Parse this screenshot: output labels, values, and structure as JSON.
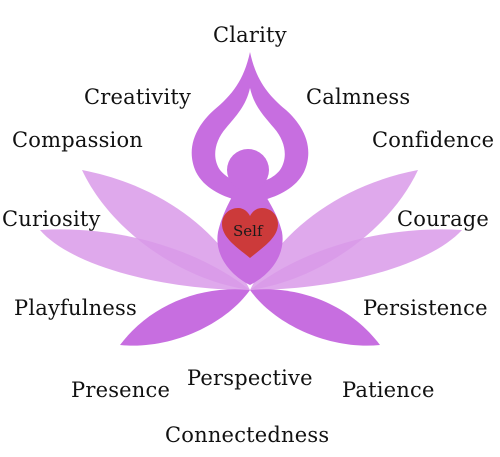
{
  "center_label": "Self",
  "qualities": {
    "clarity": "Clarity",
    "creativity": "Creativity",
    "calmness": "Calmness",
    "compassion": "Compassion",
    "confidence": "Confidence",
    "curiosity": "Curiosity",
    "courage": "Courage",
    "playfulness": "Playfulness",
    "persistence": "Persistence",
    "perspective": "Perspective",
    "presence": "Presence",
    "patience": "Patience",
    "connectedness": "Connectedness"
  },
  "colors": {
    "petal": "#c76ee0",
    "petal_light": "#d99ae9",
    "figure": "#c76ee0",
    "heart": "#cc3a3a",
    "text": "#111111"
  }
}
